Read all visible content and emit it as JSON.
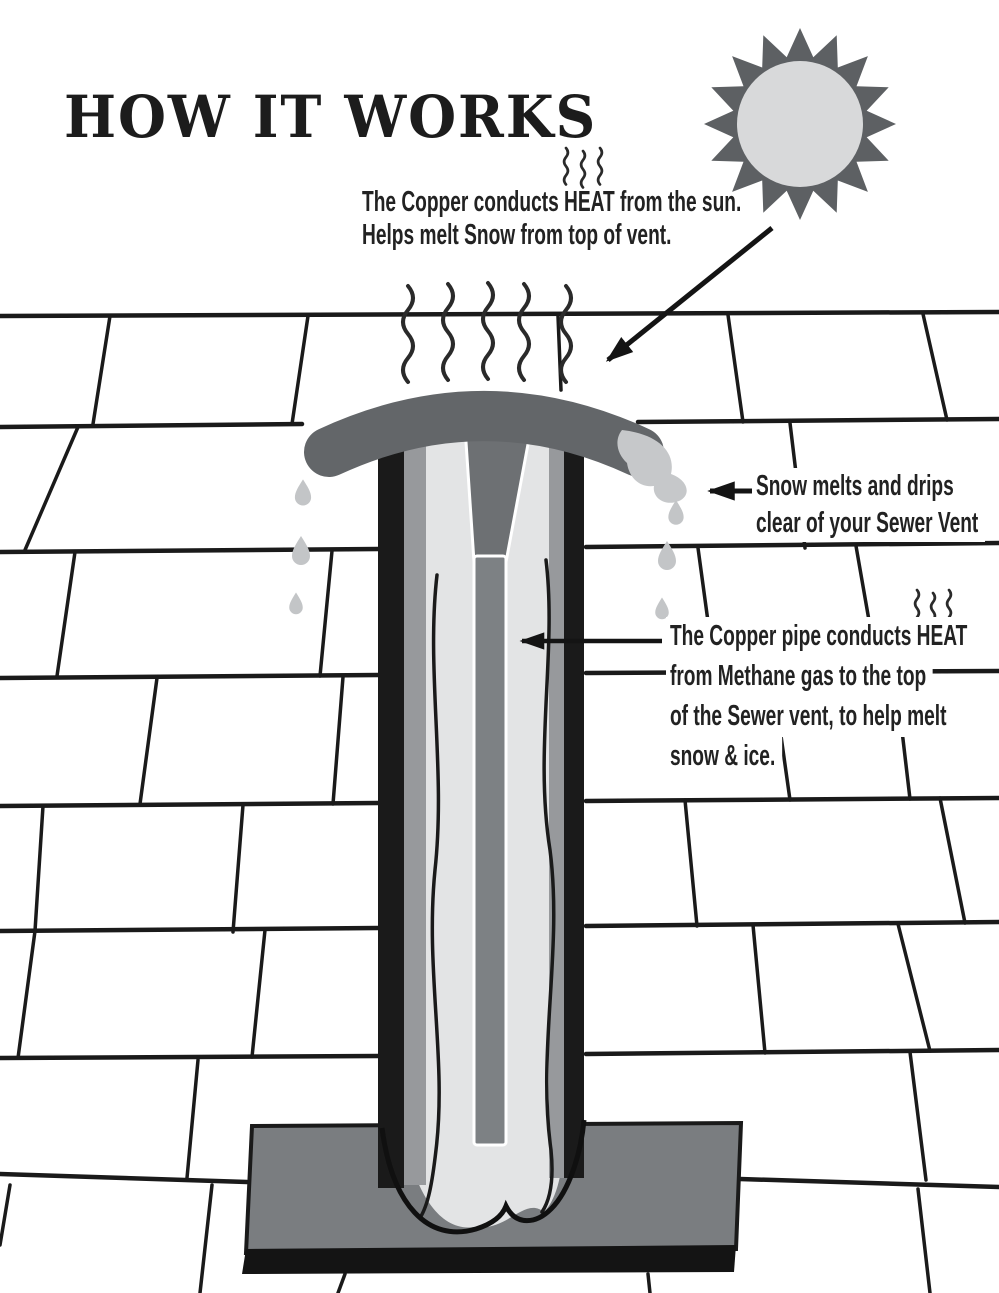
{
  "title": "HOW IT WORKS",
  "colors": {
    "ink": "#1a1a1a",
    "dark-gray": "#636669",
    "mid-gray": "#7a7d80",
    "steel": "#97999c",
    "light-gray": "#e3e4e5",
    "snow": "#c6c8ca",
    "sun-disc": "#d8d9da",
    "paper": "#ffffff"
  },
  "annotations": {
    "sun_caption": {
      "line1": "The Copper conducts HEAT from the sun.",
      "line2": "Helps melt Snow from top of vent."
    },
    "drip_caption": {
      "line1": "Snow melts and drips",
      "line2": "clear of your Sewer Vent"
    },
    "pipe_caption": {
      "line1": "The Copper pipe conducts HEAT",
      "line2": "from Methane gas to the top",
      "line3": "of the Sewer vent, to help melt",
      "line4": "snow & ice."
    }
  },
  "icons": {
    "sun": "sun-icon",
    "heat_wave": "heat-wave-icon",
    "water_drop": "water-drop-icon",
    "arrow": "arrow-icon"
  }
}
